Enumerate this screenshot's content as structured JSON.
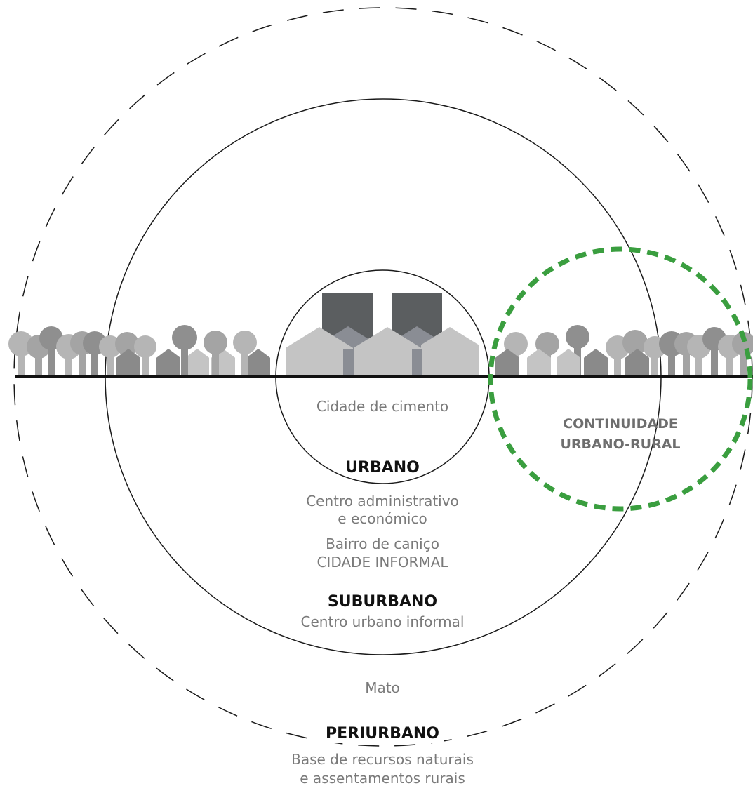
{
  "zones": {
    "inner": {
      "area_label": "Cidade de cimento",
      "title": "URBANO"
    },
    "urban_desc": [
      "Centro administrativo",
      "e económico"
    ],
    "informal": [
      "Bairro de caniço",
      "CIDADE INFORMAL"
    ],
    "middle": {
      "title": "SUBURBANO",
      "desc": "Centro urbano informal"
    },
    "mato": "Mato",
    "outer": {
      "title": "PERIURBANO",
      "desc": [
        "Base de recursos naturais",
        "e assentamentos rurais"
      ]
    }
  },
  "highlight": {
    "lines": [
      "CONTINUIDADE",
      "URBANO-RURAL"
    ],
    "color": "#3a9e3f"
  },
  "colors": {
    "tree_light": "#b5b5b5",
    "tree_mid": "#a4a4a4",
    "tree_dark": "#8f8f8f",
    "house_light": "#c4c4c4",
    "house_dark": "#8a8a8a",
    "tower": "#5b5e60",
    "tower_base": "#8a8d94",
    "ground": "#111111"
  }
}
